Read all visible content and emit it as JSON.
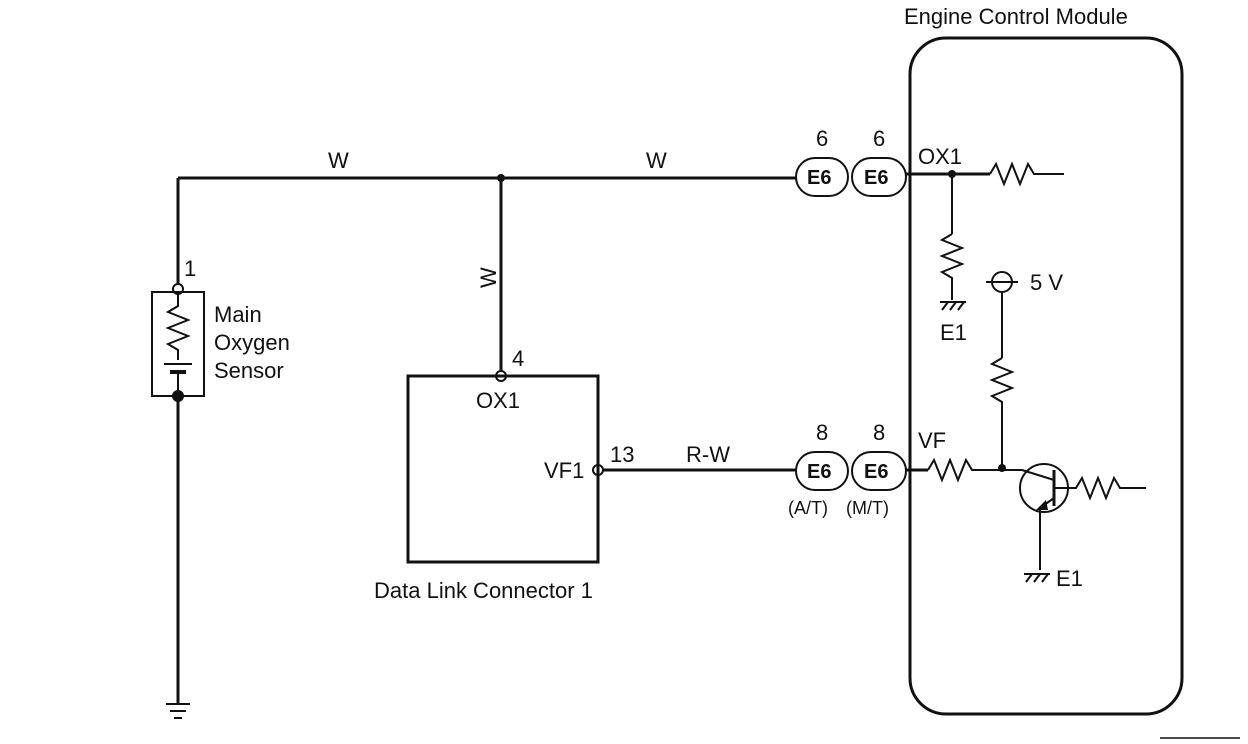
{
  "ecm": {
    "title": "Engine Control Module",
    "pins": {
      "ox1": "OX1",
      "vf": "VF"
    },
    "ground_1": "E1",
    "ground_2": "E1",
    "supply": "5 V"
  },
  "sensor": {
    "pin": "1",
    "name_line1": "Main",
    "name_line2": "Oxygen",
    "name_line3": "Sensor"
  },
  "dlc": {
    "name": "Data Link Connector 1",
    "ox1_pin": "4",
    "ox1_label": "OX1",
    "vf1_pin": "13",
    "vf1_label": "VF1"
  },
  "wires": {
    "top_left": "W",
    "top_right": "W",
    "vertical": "W",
    "bottom": "R-W"
  },
  "connectors": {
    "top_1": {
      "pin": "6",
      "code": "E6"
    },
    "top_2": {
      "pin": "6",
      "code": "E6"
    },
    "bottom_1": {
      "pin": "8",
      "code": "E6",
      "note": "(A/T)"
    },
    "bottom_2": {
      "pin": "8",
      "code": "E6",
      "note": "(M/T)"
    }
  }
}
